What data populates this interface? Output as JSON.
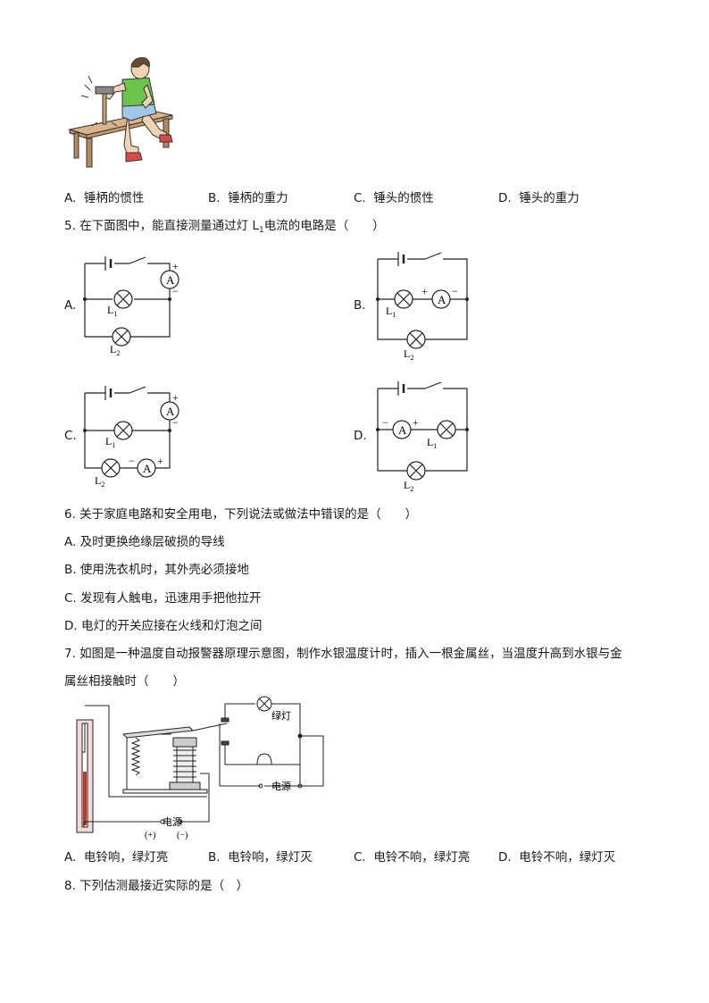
{
  "q4": {
    "options": [
      {
        "letter": "A.",
        "text": "锤柄的惯性"
      },
      {
        "letter": "B.",
        "text": "锤柄的重力"
      },
      {
        "letter": "C.",
        "text": "锤头的惯性"
      },
      {
        "letter": "D.",
        "text": "锤头的重力"
      }
    ]
  },
  "q5": {
    "stem_before": "5. 在下面图中，能直接测量通过灯 L",
    "stem_sub": "1",
    "stem_after": "电流的电路是（　　）",
    "circuit_labels": {
      "A": "A.",
      "B": "B.",
      "C": "C.",
      "D": "D."
    },
    "meter": "A",
    "lamp1": "L",
    "lamp2": "L",
    "sub1": "1",
    "sub2": "2",
    "plus": "+",
    "minus": "−"
  },
  "q6": {
    "stem": "6. 关于家庭电路和安全用电，下列说法或做法中错误的是（　　）",
    "options": [
      "A.  及时更换绝缘层破损的导线",
      "B.  使用洗衣机时，其外壳必须接地",
      "C.  发现有人触电，迅速用手把他拉开",
      "D.  电灯的开关应接在火线和灯泡之间"
    ]
  },
  "q7": {
    "stem_line1": "7. 如图是一种温度自动报警器原理示意图，制作水银温度计时，插入一根金属丝，当温度升高到水银与金",
    "stem_line2": "属丝相接触时（　　）",
    "label_green_lamp": "绿灯",
    "label_power_top": "电源",
    "label_power_bottom": "电源",
    "label_plus": "(+)",
    "label_minus": "(−)",
    "options": [
      {
        "letter": "A.",
        "text": "电铃响，绿灯亮"
      },
      {
        "letter": "B.",
        "text": "电铃响，绿灯灭"
      },
      {
        "letter": "C.",
        "text": "电铃不响，绿灯亮"
      },
      {
        "letter": "D.",
        "text": "电铃不响，绿灯灭"
      }
    ]
  },
  "q8": {
    "stem": "8. 下列估测最接近实际的是（　）"
  }
}
